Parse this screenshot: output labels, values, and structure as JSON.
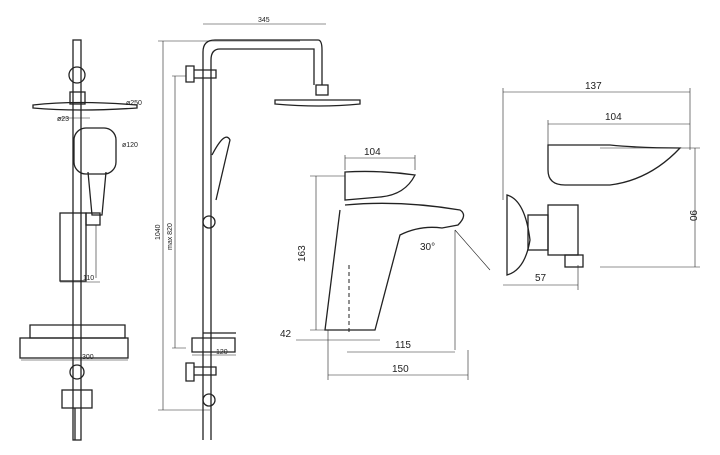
{
  "shower_front": {
    "head_diameter": "ø250",
    "bar_diameter": "ø23",
    "hand_diameter": "ø120",
    "holder_width": "110",
    "shelf_width": "300"
  },
  "shower_side": {
    "arm_reach": "345",
    "total_height": "1040",
    "bar_height": "max 820",
    "mixer_depth": "120"
  },
  "basin_mixer": {
    "top_width": "104",
    "height": "163",
    "angle": "30°",
    "base_height": "42",
    "spout_reach": "115",
    "total_depth": "150"
  },
  "wall_mixer": {
    "total_depth": "137",
    "body_width": "104",
    "height": "90",
    "wall_offset": "57"
  }
}
